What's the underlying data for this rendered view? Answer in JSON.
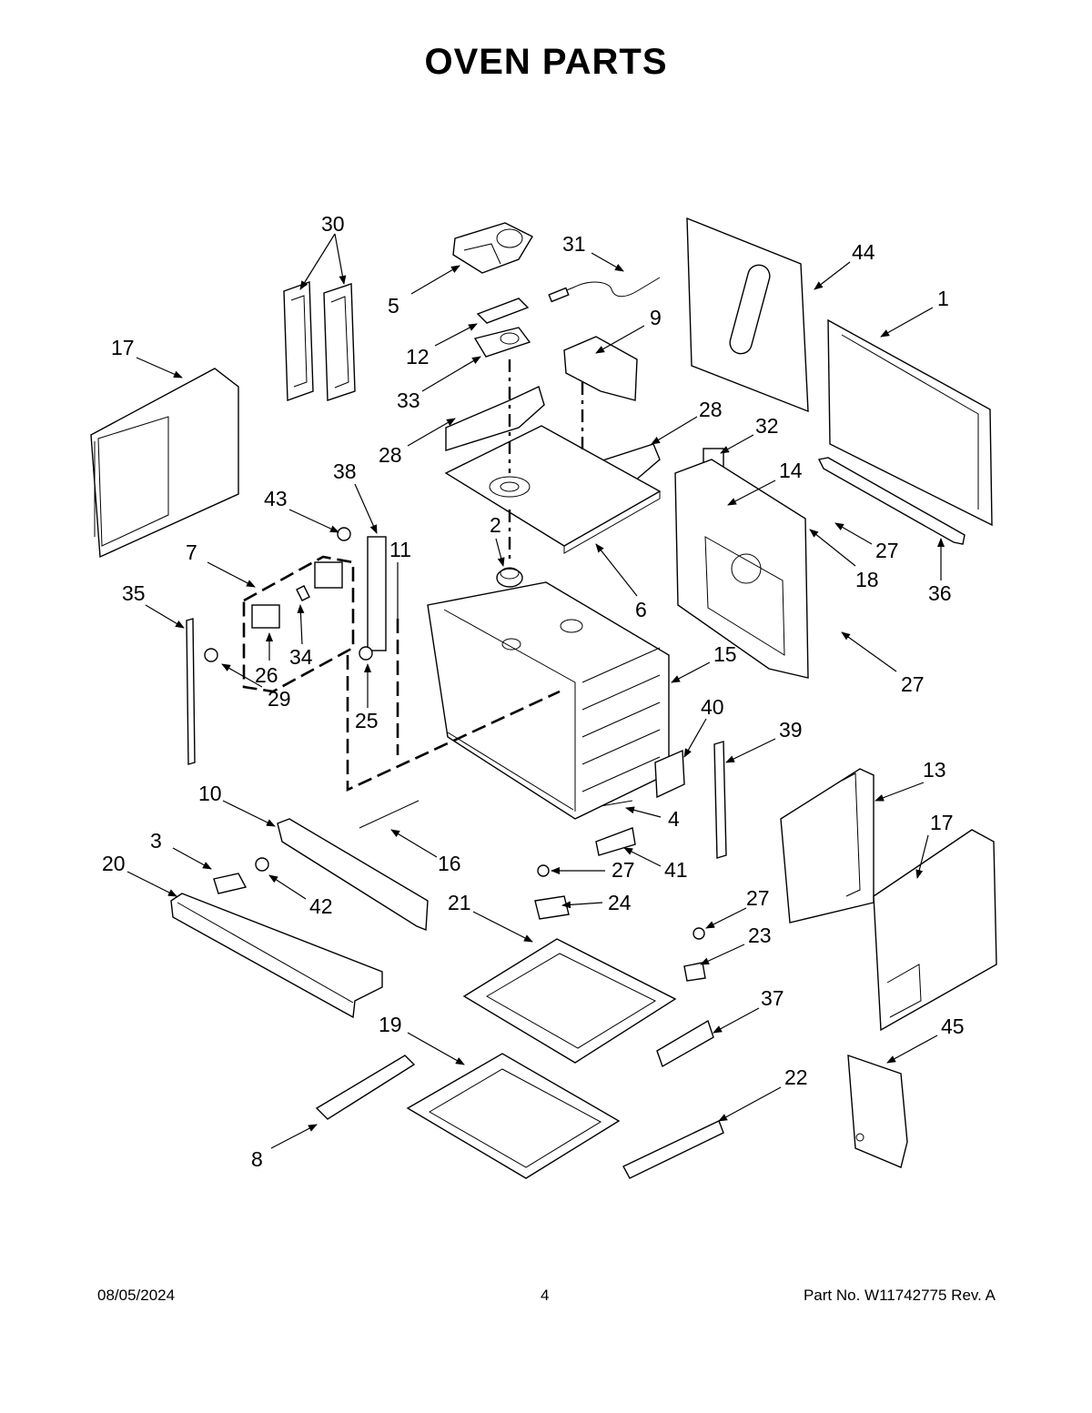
{
  "title": "OVEN PARTS",
  "footer": {
    "date": "08/05/2024",
    "page": "4",
    "part_number": "Part No.  W11742775   Rev.  A"
  },
  "callouts": [
    "1",
    "2",
    "3",
    "4",
    "5",
    "6",
    "7",
    "8",
    "9",
    "10",
    "11",
    "12",
    "13",
    "14",
    "15",
    "16",
    "17",
    "17",
    "18",
    "19",
    "20",
    "21",
    "22",
    "23",
    "24",
    "25",
    "26",
    "27",
    "27",
    "27",
    "27",
    "28",
    "28",
    "29",
    "30",
    "31",
    "32",
    "33",
    "34",
    "35",
    "36",
    "37",
    "38",
    "39",
    "40",
    "41",
    "42",
    "43",
    "44",
    "45"
  ]
}
